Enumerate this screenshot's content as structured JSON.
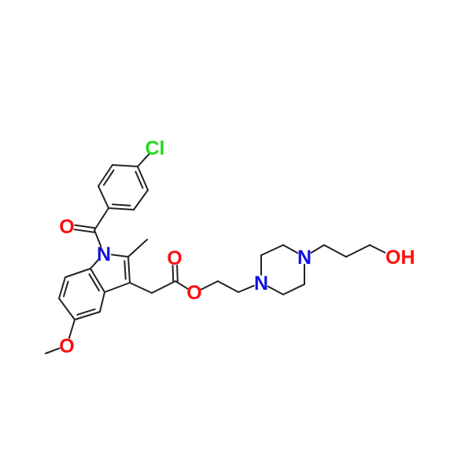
{
  "title": "Indometacin 2-[4-(3-hydroxypropyl)piperazin-1-yl]ethyl ester structure",
  "atoms": {
    "cl": "Cl",
    "o_acyl": "O",
    "n_indole": "N",
    "o_methoxy": "O",
    "o_carbonyl": "O",
    "o_ester": "O",
    "n_pip1": "N",
    "n_pip4": "N",
    "oh": "OH"
  },
  "colors": {
    "bond": "#222222",
    "oxygen": "#ff0d0d",
    "nitrogen": "#1010e0",
    "chlorine": "#1fdc1f"
  }
}
